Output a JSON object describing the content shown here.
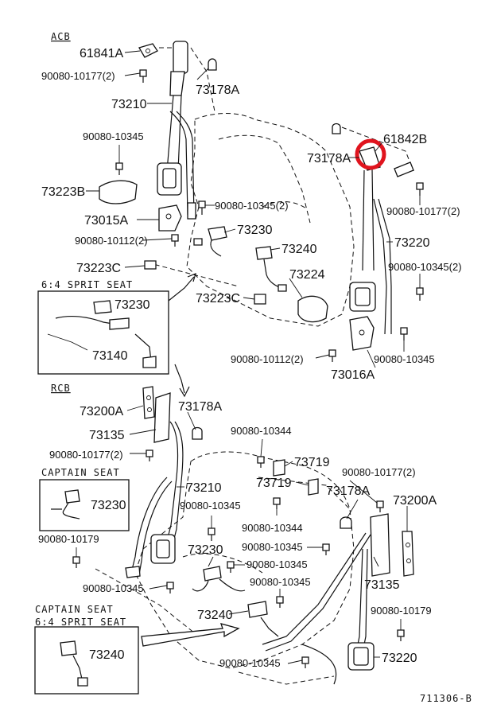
{
  "sections": {
    "acb": "ACB",
    "rcb": "RCB",
    "sprit_seat_64": "6:4 SPRIT SEAT",
    "captain_seat": "CAPTAIN SEAT",
    "captain_seat_2": "CAPTAIN SEAT",
    "sprit_seat_64_2": "6:4 SPRIT SEAT"
  },
  "labels": {
    "l61841a": "61841A",
    "l90080_10177_2_a": "90080-10177(2)",
    "l73178a_a": "73178A",
    "l73210_a": "73210",
    "l90080_10345_a": "90080-10345",
    "l73223b": "73223B",
    "l90080_10345_2_a": "90080-10345(2)",
    "l73015a": "73015A",
    "l73230_a": "73230",
    "l90080_10112_2_a": "90080-10112(2)",
    "l73240_a": "73240",
    "l73223c_a": "73223C",
    "l73230_box": "73230",
    "l73140": "73140",
    "l73223c_b": "73223C",
    "l73224": "73224",
    "l61842b": "61842B",
    "l73178a_b": "73178A",
    "l90080_10177_2_b": "90080-10177(2)",
    "l73220_a": "73220",
    "l90080_10345_2_b": "90080-10345(2)",
    "l90080_10112_2_b": "90080-10112(2)",
    "l90080_10345_b": "90080-10345",
    "l73016a": "73016A",
    "l73200a_a": "73200A",
    "l73178a_c": "73178A",
    "l73135_a": "73135",
    "l90080_10177_2_c": "90080-10177(2)",
    "l90080_10344_a": "90080-10344",
    "l73719_a": "73719",
    "l73719_b": "73719",
    "l90080_10177_2_d": "90080-10177(2)",
    "l73210_b": "73210",
    "l73178a_d": "73178A",
    "l73200a_b": "73200A",
    "l73230_box2": "73230",
    "l90080_10345_c": "90080-10345",
    "l90080_10344_b": "90080-10344",
    "l90080_10179_a": "90080-10179",
    "l73230_b": "73230",
    "l90080_10345_d": "90080-10345",
    "l90080_10345_e": "90080-10345",
    "l90080_10345_f": "90080-10345",
    "l73135_b": "73135",
    "l90080_10345_g": "90080-10345",
    "l73240_b": "73240",
    "l90080_10179_b": "90080-10179",
    "l73240_box": "73240",
    "l90080_10345_h": "90080-10345",
    "l73220_b": "73220"
  },
  "drawing_code": "711306-B",
  "highlight_color": "#e0141e"
}
